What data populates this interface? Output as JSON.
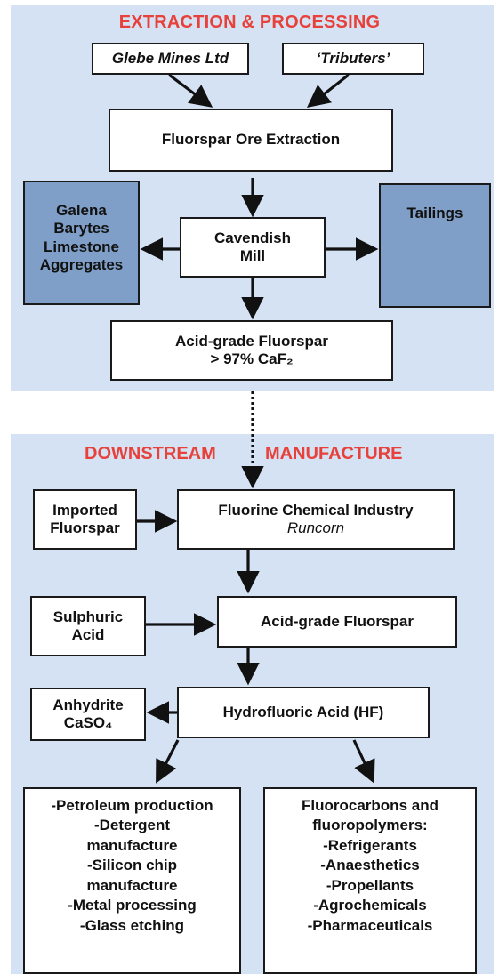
{
  "extraction": {
    "heading": "EXTRACTION & PROCESSING",
    "glebe": "Glebe Mines Ltd",
    "tributers": "‘Tributers’",
    "ore_extraction": "Fluorspar Ore Extraction",
    "byproducts": [
      "Galena",
      "Barytes",
      "Limestone",
      "Aggregates"
    ],
    "mill": [
      "Cavendish",
      "Mill"
    ],
    "tailings": "Tailings",
    "acid_grade": [
      "Acid-grade Fluorspar",
      "> 97% CaF₂"
    ]
  },
  "downstream": {
    "heading_left": "DOWNSTREAM",
    "heading_right": "MANUFACTURE",
    "imported": [
      "Imported",
      "Fluorspar"
    ],
    "industry_title": "Fluorine Chemical Industry",
    "industry_place": "Runcorn",
    "sulphuric": [
      "Sulphuric",
      "Acid"
    ],
    "acid_grade": "Acid-grade Fluorspar",
    "anhydrite": [
      "Anhydrite",
      "CaSO₄"
    ],
    "hf": "Hydrofluoric Acid (HF)",
    "uses_left": [
      "-Petroleum production",
      "-Detergent",
      "manufacture",
      "-Silicon chip",
      "manufacture",
      "-Metal processing",
      "-Glass etching"
    ],
    "uses_right": [
      "Fluorocarbons and",
      "fluoropolymers:",
      "-Refrigerants",
      "-Anaesthetics",
      "-Propellants",
      "-Agrochemicals",
      "-Pharmaceuticals"
    ]
  }
}
